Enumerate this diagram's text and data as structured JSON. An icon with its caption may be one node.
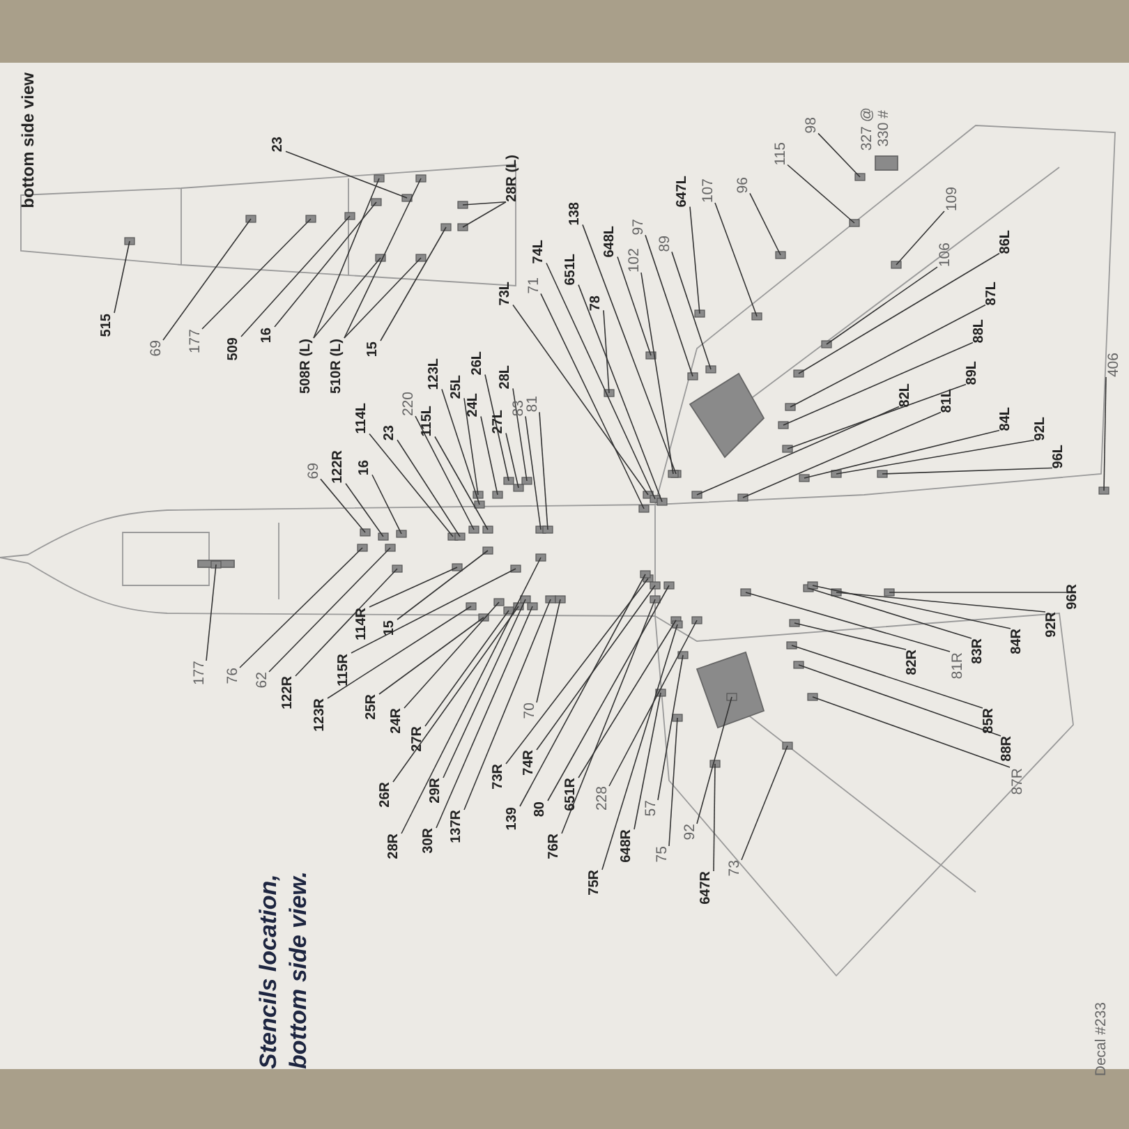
{
  "diagram": {
    "title": "Stencils location, bottom side view.",
    "nodes": [
      {
        "text": [
          "515"
        ]
      },
      {
        "text": [
          "69"
        ]
      },
      {
        "text": [
          "177"
        ]
      },
      {
        "text": [
          "509"
        ]
      },
      {
        "text": [
          "16"
        ]
      },
      {
        "text": [
          "508R (L)"
        ]
      },
      {
        "text": [
          "510R (L)"
        ]
      },
      {
        "text": [
          "15"
        ]
      },
      {
        "text": [
          "23"
        ]
      },
      {
        "text": [
          "28R (L)"
        ]
      },
      {
        "text": [
          "69"
        ]
      },
      {
        "text": [
          "122R"
        ]
      },
      {
        "text": [
          "16"
        ]
      },
      {
        "text": [
          "114L"
        ]
      },
      {
        "text": [
          "23"
        ]
      },
      {
        "text": [
          "220"
        ]
      },
      {
        "text": [
          "115L"
        ]
      },
      {
        "text": [
          "123L"
        ]
      },
      {
        "text": [
          "25L"
        ]
      },
      {
        "text": [
          "24L"
        ]
      },
      {
        "text": [
          "26L"
        ]
      },
      {
        "text": [
          "27L"
        ]
      },
      {
        "text": [
          "28L"
        ]
      },
      {
        "text": [
          "83"
        ]
      },
      {
        "text": [
          "81"
        ]
      },
      {
        "text": [
          "73L"
        ]
      },
      {
        "text": [
          "71"
        ]
      },
      {
        "text": [
          "74L"
        ]
      },
      {
        "text": [
          "651L"
        ]
      },
      {
        "text": [
          "78"
        ]
      },
      {
        "text": [
          "138"
        ]
      },
      {
        "text": [
          "648L"
        ]
      },
      {
        "text": [
          "102"
        ]
      },
      {
        "text": [
          "97"
        ]
      },
      {
        "text": [
          "89"
        ]
      },
      {
        "text": [
          "647L"
        ]
      },
      {
        "text": [
          "107"
        ]
      },
      {
        "text": [
          "96"
        ]
      },
      {
        "text": [
          "115"
        ]
      },
      {
        "text": [
          "98"
        ]
      },
      {
        "text": [
          "109"
        ]
      },
      {
        "text": [
          "106"
        ]
      },
      {
        "text": [
          "86L"
        ]
      },
      {
        "text": [
          "87L"
        ]
      },
      {
        "text": [
          "88L"
        ]
      },
      {
        "text": [
          "89L"
        ]
      },
      {
        "text": [
          "82L"
        ]
      },
      {
        "text": [
          "81L"
        ]
      },
      {
        "text": [
          "84L"
        ]
      },
      {
        "text": [
          "92L"
        ]
      },
      {
        "text": [
          "96L"
        ]
      },
      {
        "text": [
          "406"
        ]
      },
      {
        "text": [
          "177"
        ]
      },
      {
        "text": [
          "76"
        ]
      },
      {
        "text": [
          "62"
        ]
      },
      {
        "text": [
          "122R"
        ]
      },
      {
        "text": [
          "114R"
        ]
      },
      {
        "text": [
          "15"
        ]
      },
      {
        "text": [
          "115R"
        ]
      },
      {
        "text": [
          "123R"
        ]
      },
      {
        "text": [
          "25R"
        ]
      },
      {
        "text": [
          "24R"
        ]
      },
      {
        "text": [
          "27R"
        ]
      },
      {
        "text": [
          "26R"
        ]
      },
      {
        "text": [
          "29R"
        ]
      },
      {
        "text": [
          "28R"
        ]
      },
      {
        "text": [
          "30R"
        ]
      },
      {
        "text": [
          "137R"
        ]
      },
      {
        "text": [
          "70"
        ]
      },
      {
        "text": [
          "73R"
        ]
      },
      {
        "text": [
          "74R"
        ]
      },
      {
        "text": [
          "139"
        ]
      },
      {
        "text": [
          "80"
        ]
      },
      {
        "text": [
          "76R"
        ]
      },
      {
        "text": [
          "651R"
        ]
      },
      {
        "text": [
          "228"
        ]
      },
      {
        "text": [
          "75R"
        ]
      },
      {
        "text": [
          "648R"
        ]
      },
      {
        "text": [
          "57"
        ]
      },
      {
        "text": [
          "75"
        ]
      },
      {
        "text": [
          "92"
        ]
      },
      {
        "text": [
          "647R"
        ]
      },
      {
        "text": [
          "73"
        ]
      },
      {
        "text": [
          "82R"
        ]
      },
      {
        "text": [
          "81R"
        ]
      },
      {
        "text": [
          "83R"
        ]
      },
      {
        "text": [
          "84R"
        ]
      },
      {
        "text": [
          "92R"
        ]
      },
      {
        "text": [
          "96R"
        ]
      },
      {
        "text": [
          "85R"
        ]
      },
      {
        "text": [
          "88R"
        ]
      },
      {
        "text": [
          "87R"
        ]
      }
    ],
    "edges": [
      {
        "from": 0,
        "to": null,
        "arrow": "none"
      },
      {
        "from": 1,
        "to": null,
        "arrow": "none"
      },
      {
        "from": 2,
        "to": null,
        "arrow": "none"
      },
      {
        "from": 3,
        "to": null,
        "arrow": "none"
      },
      {
        "from": 4,
        "to": null,
        "arrow": "none"
      },
      {
        "from": 5,
        "to": null,
        "arrow": "none"
      },
      {
        "from": 5,
        "to": null,
        "arrow": "none"
      },
      {
        "from": 6,
        "to": null,
        "arrow": "none"
      },
      {
        "from": 6,
        "to": null,
        "arrow": "none"
      },
      {
        "from": 7,
        "to": null,
        "arrow": "none"
      },
      {
        "from": 8,
        "to": null,
        "arrow": "none"
      },
      {
        "from": 9,
        "to": null,
        "arrow": "none"
      },
      {
        "from": 9,
        "to": null,
        "arrow": "none"
      },
      {
        "from": 10,
        "to": null,
        "arrow": "none"
      },
      {
        "from": 11,
        "to": null,
        "arrow": "none"
      },
      {
        "from": 12,
        "to": null,
        "arrow": "none"
      },
      {
        "from": 13,
        "to": null,
        "arrow": "none"
      },
      {
        "from": 14,
        "to": null,
        "arrow": "none"
      },
      {
        "from": 15,
        "to": null,
        "arrow": "none"
      },
      {
        "from": 16,
        "to": null,
        "arrow": "none"
      },
      {
        "from": 17,
        "to": null,
        "arrow": "none"
      },
      {
        "from": 18,
        "to": null,
        "arrow": "none"
      },
      {
        "from": 19,
        "to": null,
        "arrow": "none"
      },
      {
        "from": 20,
        "to": null,
        "arrow": "none"
      },
      {
        "from": 21,
        "to": null,
        "arrow": "none"
      },
      {
        "from": 22,
        "to": null,
        "arrow": "none"
      },
      {
        "from": 23,
        "to": null,
        "arrow": "none"
      },
      {
        "from": 24,
        "to": null,
        "arrow": "none"
      },
      {
        "from": 25,
        "to": null,
        "arrow": "none"
      },
      {
        "from": 26,
        "to": null,
        "arrow": "none"
      },
      {
        "from": 27,
        "to": null,
        "arrow": "none"
      },
      {
        "from": 28,
        "to": null,
        "arrow": "none"
      },
      {
        "from": 29,
        "to": null,
        "arrow": "none"
      },
      {
        "from": 30,
        "to": null,
        "arrow": "none"
      },
      {
        "from": 31,
        "to": null,
        "arrow": "none"
      },
      {
        "from": 32,
        "to": null,
        "arrow": "none"
      },
      {
        "from": 33,
        "to": null,
        "arrow": "none"
      },
      {
        "from": 34,
        "to": null,
        "arrow": "none"
      },
      {
        "from": 35,
        "to": null,
        "arrow": "none"
      },
      {
        "from": 36,
        "to": null,
        "arrow": "none"
      },
      {
        "from": 37,
        "to": null,
        "arrow": "none"
      },
      {
        "from": 38,
        "to": null,
        "arrow": "none"
      },
      {
        "from": 39,
        "to": null,
        "arrow": "none"
      },
      {
        "from": 40,
        "to": null,
        "arrow": "none"
      },
      {
        "from": 41,
        "to": null,
        "arrow": "none"
      },
      {
        "from": 42,
        "to": null,
        "arrow": "none"
      },
      {
        "from": 43,
        "to": null,
        "arrow": "none"
      },
      {
        "from": 44,
        "to": null,
        "arrow": "none"
      },
      {
        "from": 45,
        "to": null,
        "arrow": "none"
      },
      {
        "from": 46,
        "to": null,
        "arrow": "none"
      },
      {
        "from": 47,
        "to": null,
        "arrow": "none"
      },
      {
        "from": 48,
        "to": null,
        "arrow": "none"
      },
      {
        "from": 49,
        "to": null,
        "arrow": "none"
      },
      {
        "from": 50,
        "to": null,
        "arrow": "none"
      },
      {
        "from": 51,
        "to": null,
        "arrow": "none"
      },
      {
        "from": 52,
        "to": null,
        "arrow": "none"
      },
      {
        "from": 53,
        "to": null,
        "arrow": "none"
      },
      {
        "from": 54,
        "to": null,
        "arrow": "none"
      },
      {
        "from": 55,
        "to": null,
        "arrow": "none"
      },
      {
        "from": 56,
        "to": null,
        "arrow": "none"
      },
      {
        "from": 57,
        "to": null,
        "arrow": "none"
      },
      {
        "from": 58,
        "to": null,
        "arrow": "none"
      },
      {
        "from": 59,
        "to": null,
        "arrow": "none"
      },
      {
        "from": 60,
        "to": null,
        "arrow": "none"
      },
      {
        "from": 61,
        "to": null,
        "arrow": "none"
      },
      {
        "from": 62,
        "to": null,
        "arrow": "none"
      },
      {
        "from": 63,
        "to": null,
        "arrow": "none"
      },
      {
        "from": 64,
        "to": null,
        "arrow": "none"
      },
      {
        "from": 65,
        "to": null,
        "arrow": "none"
      },
      {
        "from": 66,
        "to": null,
        "arrow": "none"
      },
      {
        "from": 67,
        "to": null,
        "arrow": "none"
      },
      {
        "from": 68,
        "to": null,
        "arrow": "none"
      },
      {
        "from": 69,
        "to": null,
        "arrow": "none"
      },
      {
        "from": 70,
        "to": null,
        "arrow": "none"
      },
      {
        "from": 71,
        "to": null,
        "arrow": "none"
      },
      {
        "from": 72,
        "to": null,
        "arrow": "none"
      },
      {
        "from": 73,
        "to": null,
        "arrow": "none"
      },
      {
        "from": 74,
        "to": null,
        "arrow": "none"
      },
      {
        "from": 75,
        "to": null,
        "arrow": "none"
      },
      {
        "from": 76,
        "to": null,
        "arrow": "none"
      },
      {
        "from": 77,
        "to": null,
        "arrow": "none"
      },
      {
        "from": 78,
        "to": null,
        "arrow": "none"
      },
      {
        "from": 79,
        "to": null,
        "arrow": "none"
      },
      {
        "from": 80,
        "to": null,
        "arrow": "none"
      },
      {
        "from": 81,
        "to": null,
        "arrow": "none"
      },
      {
        "from": 82,
        "to": null,
        "arrow": "none"
      },
      {
        "from": 83,
        "to": null,
        "arrow": "none"
      },
      {
        "from": 84,
        "to": null,
        "arrow": "none"
      },
      {
        "from": 85,
        "to": null,
        "arrow": "none"
      },
      {
        "from": 86,
        "to": null,
        "arrow": "none"
      },
      {
        "from": 87,
        "to": null,
        "arrow": "none"
      },
      {
        "from": 88,
        "to": null,
        "arrow": "none"
      },
      {
        "from": 89,
        "to": null,
        "arrow": "none"
      },
      {
        "from": 90,
        "to": null,
        "arrow": "none"
      },
      {
        "from": 91,
        "to": null,
        "arrow": "none"
      }
    ],
    "labels": [
      "bottom side view",
      "327 @",
      "330 #",
      "Decal #233"
    ]
  }
}
